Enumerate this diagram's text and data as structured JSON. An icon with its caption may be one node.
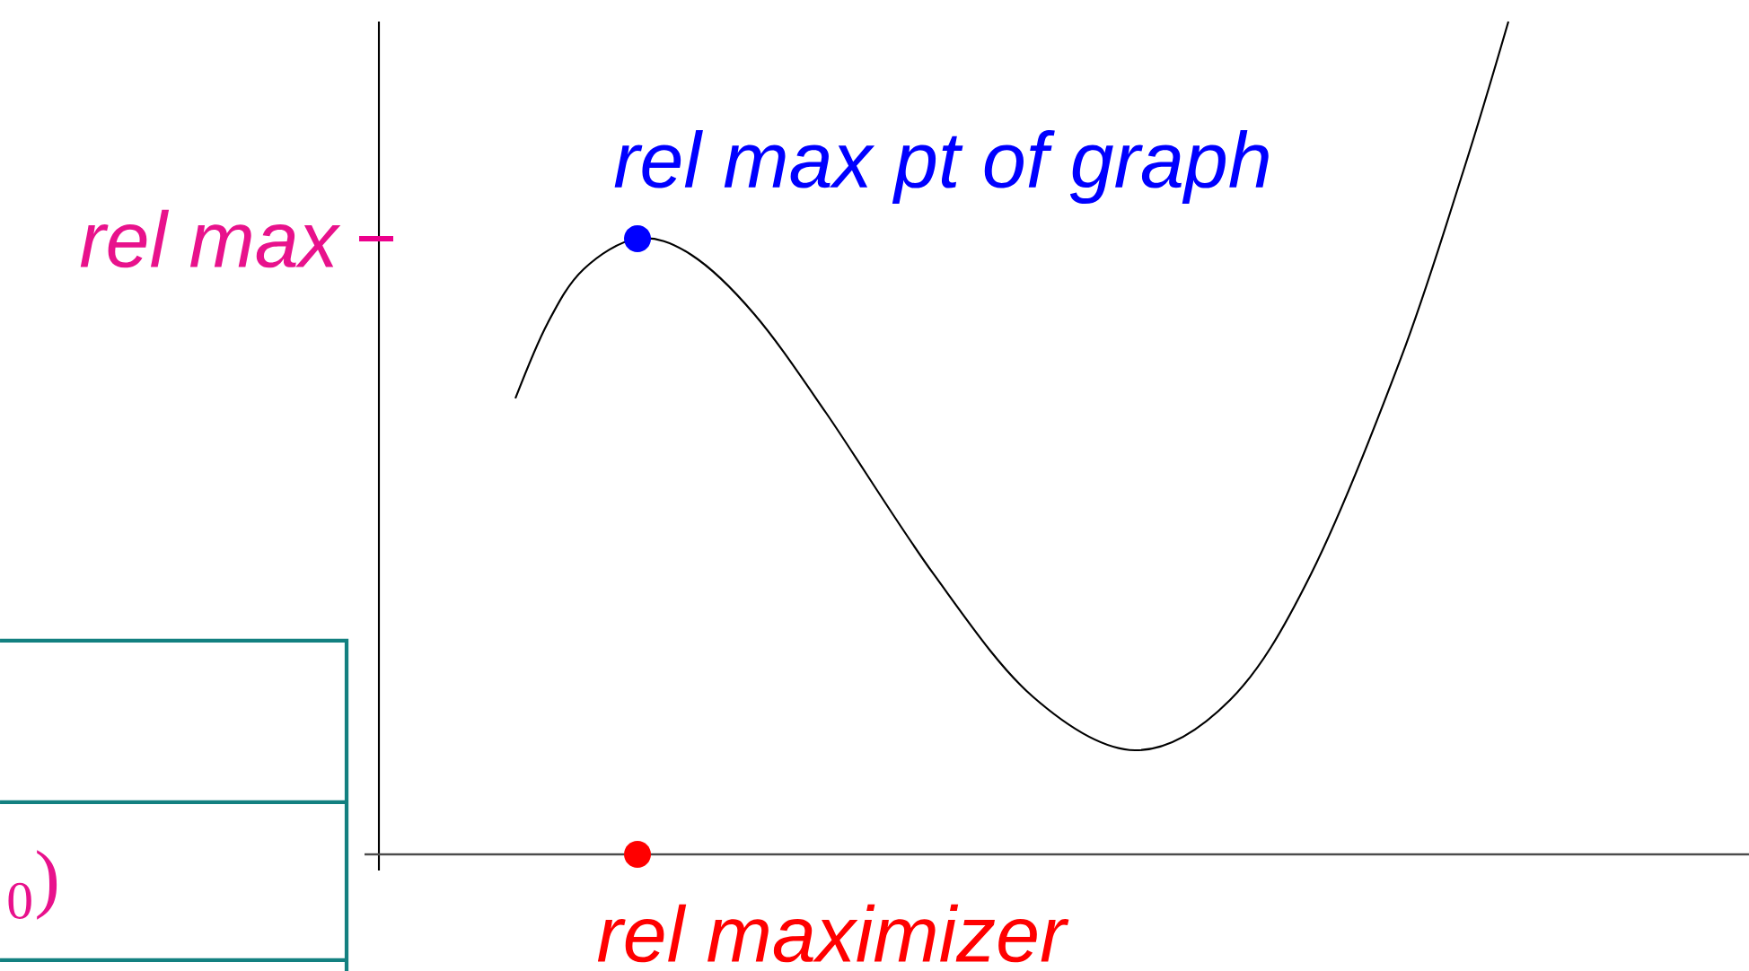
{
  "diagram": {
    "labels": [
      "rel max pt of graph",
      "rel max",
      "$_{0}$)",
      "rel maximizer"
    ]
  }
}
